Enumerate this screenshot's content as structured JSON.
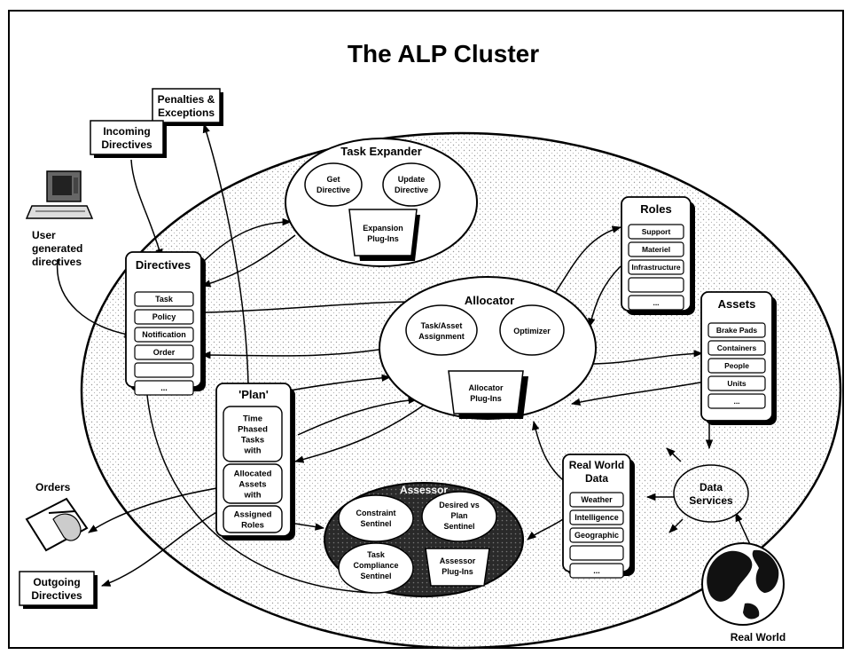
{
  "title": "The ALP Cluster",
  "external": {
    "penalties": [
      "Penalties &",
      "Exceptions"
    ],
    "incoming": [
      "Incoming",
      "Directives"
    ],
    "user_generated": [
      "User",
      "generated",
      "directives"
    ],
    "orders": "Orders",
    "outgoing": [
      "Outgoing",
      "Directives"
    ],
    "real_world": "Real World"
  },
  "task_expander": {
    "title": "Task Expander",
    "get": [
      "Get",
      "Directive"
    ],
    "update": [
      "Update",
      "Directive"
    ],
    "plugins": [
      "Expansion",
      "Plug-Ins"
    ]
  },
  "directives": {
    "title": "Directives",
    "items": [
      "Task",
      "Policy",
      "Notification",
      "Order",
      "",
      "..."
    ]
  },
  "allocator": {
    "title": "Allocator",
    "assignment": [
      "Task/Asset",
      "Assignment"
    ],
    "optimizer": "Optimizer",
    "plugins": [
      "Allocator",
      "Plug-Ins"
    ]
  },
  "roles": {
    "title": "Roles",
    "items": [
      "Support",
      "Materiel",
      "Infrastructure",
      "",
      "..."
    ]
  },
  "assets": {
    "title": "Assets",
    "items": [
      "Brake Pads",
      "Containers",
      "People",
      "Units",
      "..."
    ]
  },
  "plan": {
    "title": "'Plan'",
    "sections": [
      [
        "Time",
        "Phased",
        "Tasks",
        "with"
      ],
      [
        "Allocated",
        "Assets",
        "with"
      ],
      [
        "Assigned",
        "Roles"
      ]
    ]
  },
  "assessor": {
    "title": "Assessor",
    "constraint": [
      "Constraint",
      "Sentinel"
    ],
    "desired": [
      "Desired vs",
      "Plan",
      "Sentinel"
    ],
    "compliance": [
      "Task",
      "Compliance",
      "Sentinel"
    ],
    "plugins": [
      "Assessor",
      "Plug-Ins"
    ]
  },
  "real_world_data": {
    "title": [
      "Real World",
      "Data"
    ],
    "items": [
      "Weather",
      "Intelligence",
      "Geographic",
      "",
      "..."
    ]
  },
  "data_services": [
    "Data",
    "Services"
  ]
}
